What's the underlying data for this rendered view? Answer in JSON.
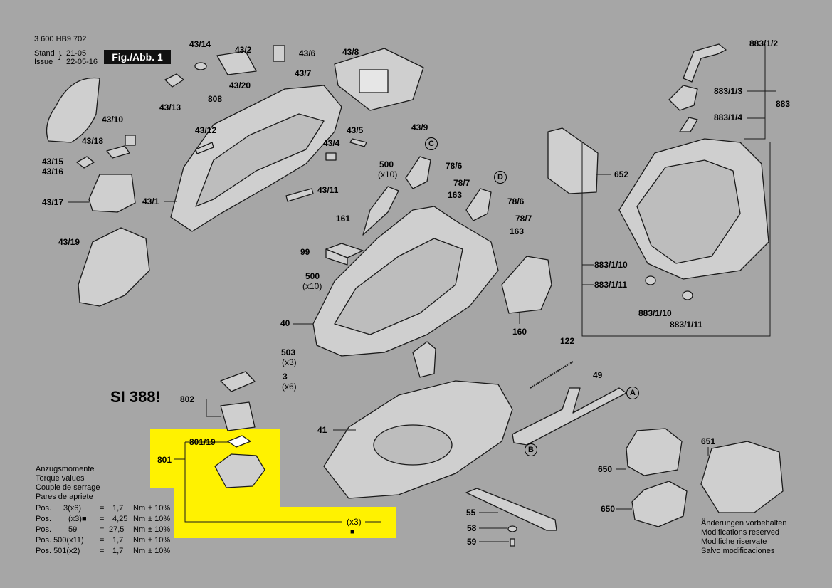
{
  "header": {
    "doc_number": "3 600 HB9 702",
    "stand_label": "Stand",
    "issue_label": "Issue",
    "stand_date": "21-05",
    "issue_date": "22-05-16",
    "figure_badge": "Fig./Abb. 1"
  },
  "si_note": "SI 388!",
  "part_labels": {
    "p43_14": "43/14",
    "p43_2": "43/2",
    "p43_6": "43/6",
    "p43_8": "43/8",
    "p43_7": "43/7",
    "p808": "808",
    "p43_20": "43/20",
    "p43_13": "43/13",
    "p43_10": "43/10",
    "p43_18": "43/18",
    "p43_12": "43/12",
    "p43_5": "43/5",
    "p43_9": "43/9",
    "p43_4": "43/4",
    "p43_15": "43/15",
    "p43_16": "43/16",
    "p500a": "500",
    "p500a_qty": "(x10)",
    "p43_11": "43/11",
    "p43_17": "43/17",
    "p43_1": "43/1",
    "p43_19": "43/19",
    "p78_6a": "78/6",
    "p78_7a": "78/7",
    "p163a": "163",
    "p161": "161",
    "p78_6b": "78/6",
    "p78_7b": "78/7",
    "p163b": "163",
    "p99": "99",
    "p500b": "500",
    "p500b_qty": "(x10)",
    "p40": "40",
    "p160": "160",
    "p652": "652",
    "p883_1_2": "883/1/2",
    "p883_1_3": "883/1/3",
    "p883": "883",
    "p883_1_4": "883/1/4",
    "p883_1_10a": "883/1/10",
    "p883_1_11a": "883/1/11",
    "p883_1_10b": "883/1/10",
    "p883_1_11b": "883/1/11",
    "p503": "503",
    "p503_qty": "(x3)",
    "p3": "3",
    "p3_qty": "(x6)",
    "p802": "802",
    "p801_19": "801/19",
    "p801": "801",
    "p41": "41",
    "p122": "122",
    "p49": "49",
    "p55": "55",
    "p58": "58",
    "p59": "59",
    "p651": "651",
    "p650a": "650",
    "p650b": "650",
    "px3": "(x3)"
  },
  "callouts": {
    "C": "C",
    "D": "D",
    "A": "A",
    "B": "B"
  },
  "torque": {
    "headings": [
      "Anzugsmomente",
      "Torque values",
      "Couple de serrage",
      "Pares de apriete"
    ],
    "rows": [
      {
        "pos": "Pos.",
        "ref": "3(x6)",
        "eq": "=",
        "val": "1,7",
        "unit": "Nm",
        "tol": "± 10%"
      },
      {
        "pos": "Pos.",
        "ref": "(x3)■",
        "eq": "=",
        "val": "4,25",
        "unit": "Nm",
        "tol": "± 10%"
      },
      {
        "pos": "Pos.",
        "ref": "59",
        "eq": "=",
        "val": "27,5",
        "unit": "Nm",
        "tol": "± 10%"
      },
      {
        "pos": "Pos. 500(x11)",
        "ref": "",
        "eq": "=",
        "val": "1,7",
        "unit": "Nm",
        "tol": "± 10%"
      },
      {
        "pos": "Pos. 501(x2)",
        "ref": "",
        "eq": "=",
        "val": "1,7",
        "unit": "Nm",
        "tol": "± 10%"
      }
    ]
  },
  "notice": [
    "Änderungen vorbehalten",
    "Modifications reserved",
    "Modifiche riservate",
    "Salvo modificaciones"
  ],
  "colors": {
    "background": "#a6a6a6",
    "highlight": "#fff200",
    "parts_fill": "#cfcfcf",
    "parts_stroke": "#1a1a1a"
  }
}
